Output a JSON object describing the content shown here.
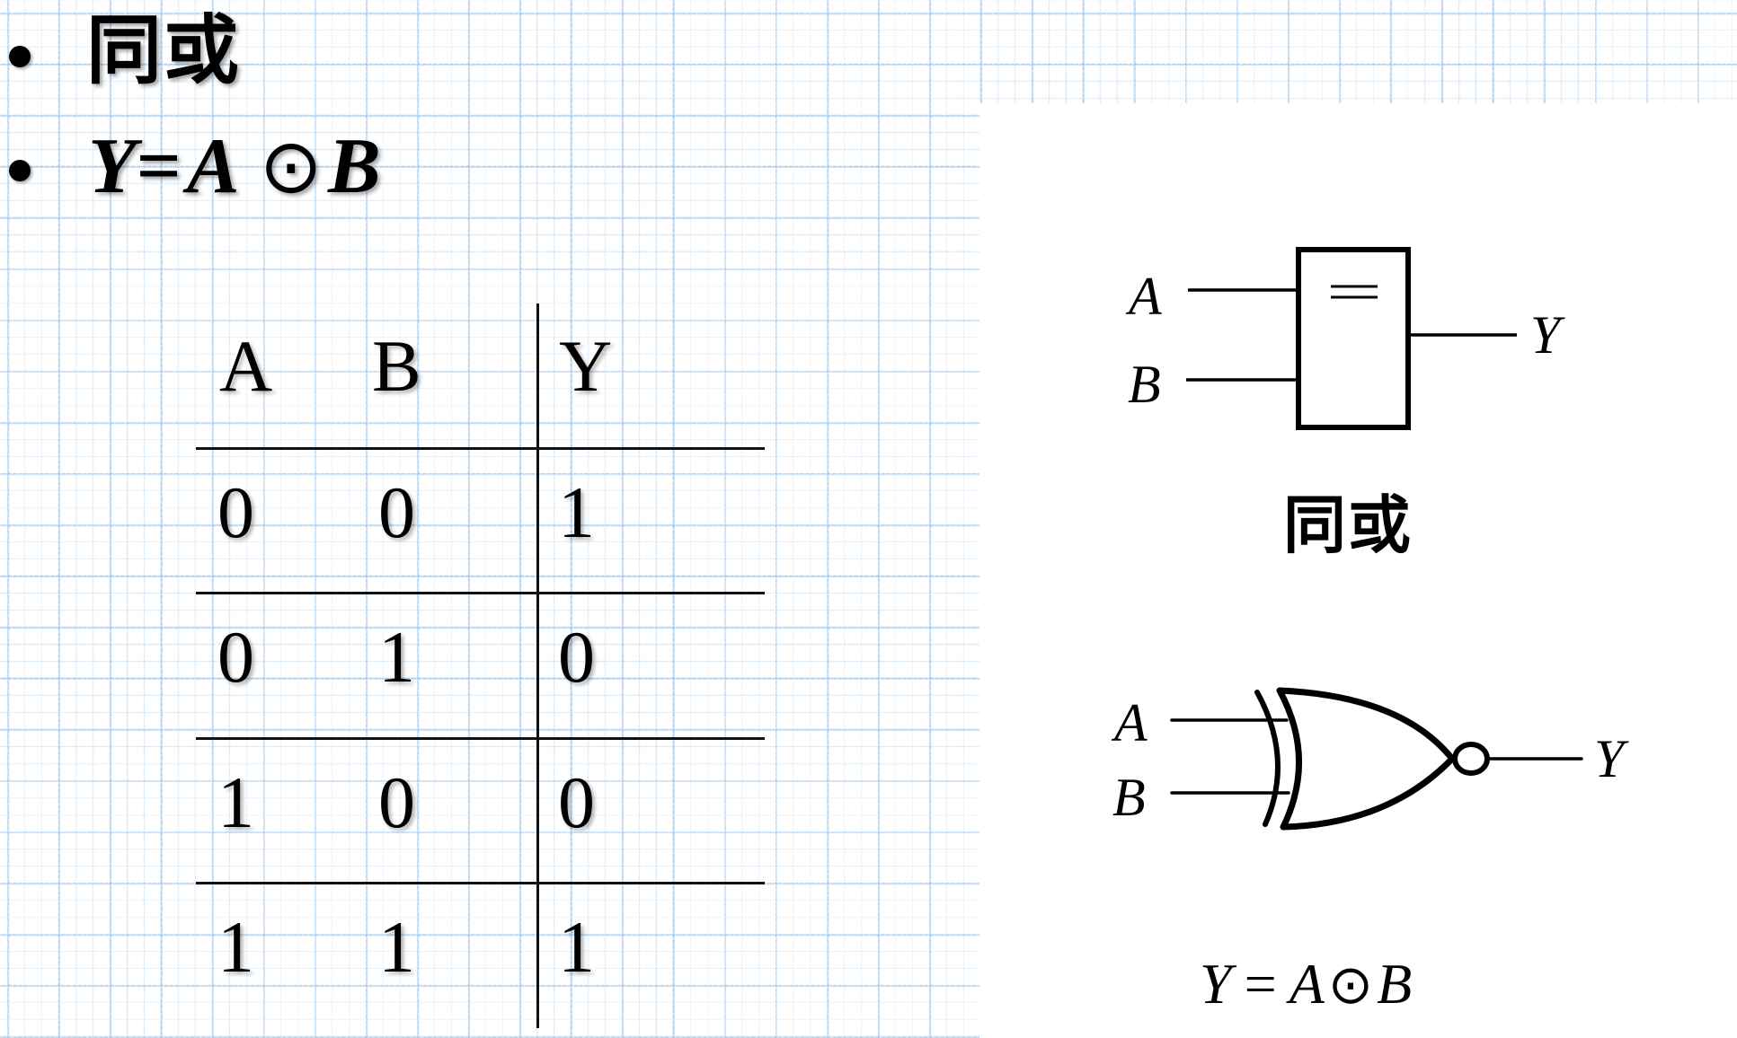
{
  "slide": {
    "bullets": [
      {
        "text": "同或"
      },
      {
        "formula": {
          "lhs": "Y",
          "eq": "=",
          "a": "A",
          "op": "⊙",
          "b": "B"
        }
      }
    ]
  },
  "truth_table": {
    "headers": [
      "A",
      "B",
      "Y"
    ],
    "rows": [
      [
        "0",
        "0",
        "1"
      ],
      [
        "0",
        "1",
        "0"
      ],
      [
        "1",
        "0",
        "0"
      ],
      [
        "1",
        "1",
        "1"
      ]
    ]
  },
  "diagram": {
    "rect_gate": {
      "input_a": "A",
      "input_b": "B",
      "symbol": "=",
      "output": "Y",
      "caption": "同或"
    },
    "distinctive_gate": {
      "input_a": "A",
      "input_b": "B",
      "output": "Y",
      "caption": {
        "lhs": "Y",
        "eq": "=",
        "a": "A",
        "op": "⊙",
        "b": "B"
      }
    }
  },
  "colors": {
    "grid": "#78b4eb",
    "ink": "#000000",
    "background": "#ffffff"
  }
}
